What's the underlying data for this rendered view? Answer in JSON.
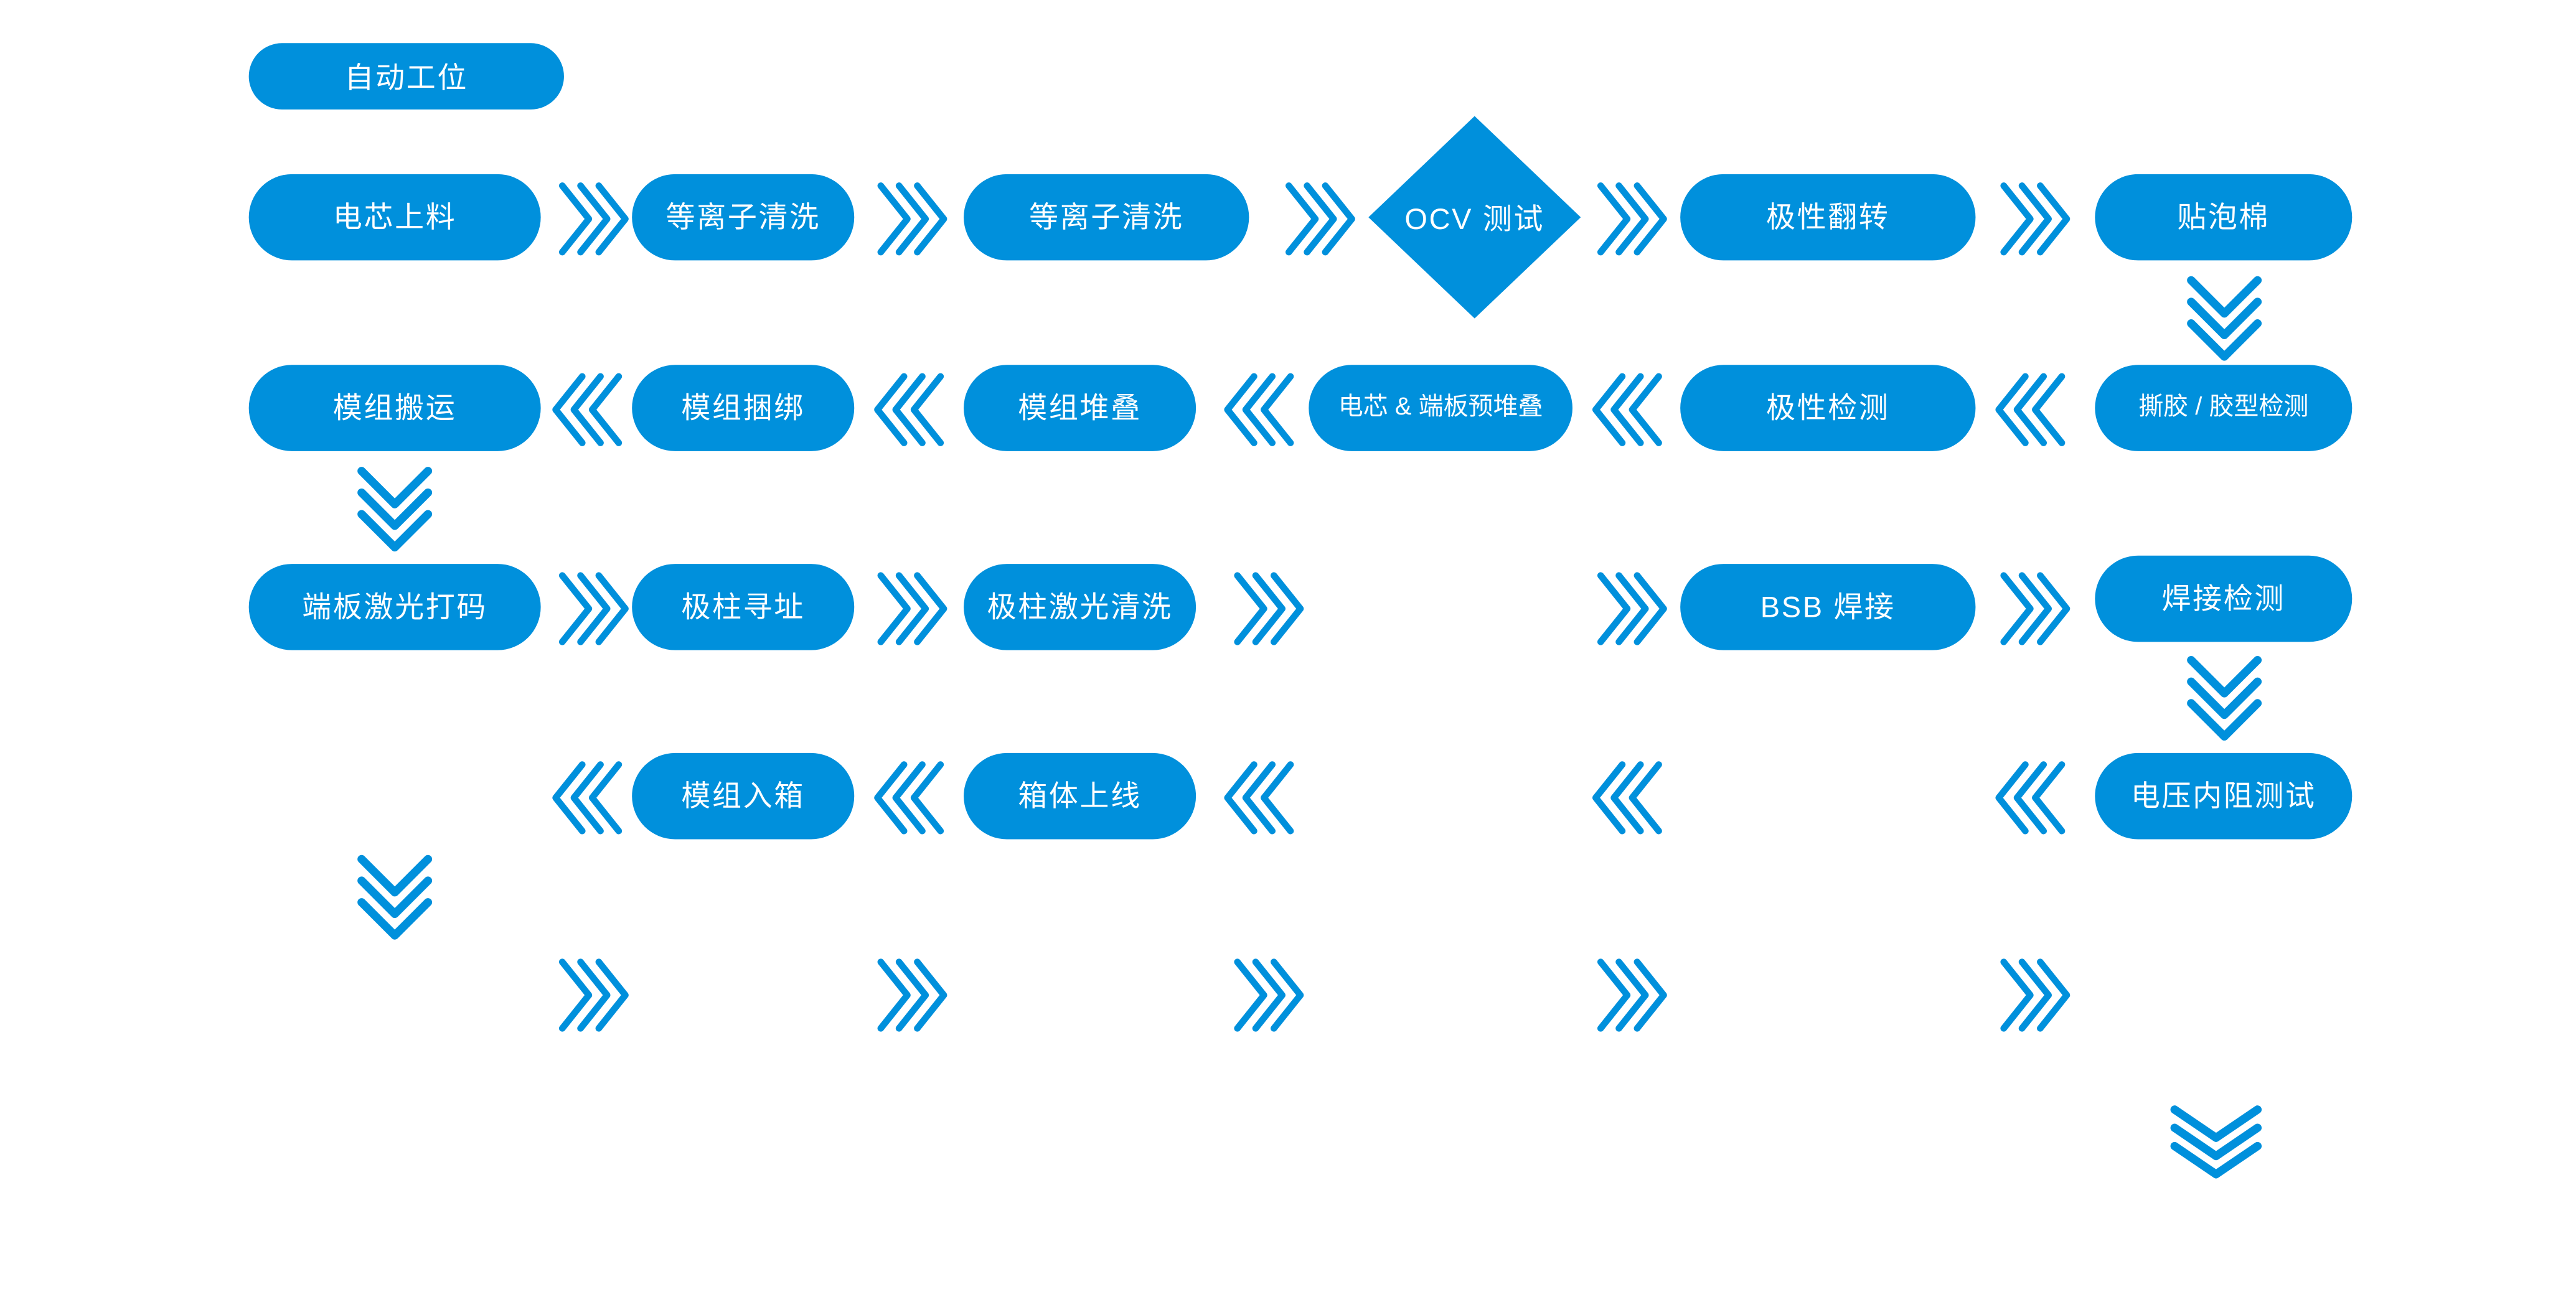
{
  "legend": {
    "label": "自动工位",
    "color": "#0090DC"
  },
  "theme": {
    "accent": "#0090DC",
    "node_text": "#FFFFFF",
    "background": "#FFFFFF"
  },
  "diagram": {
    "title": "自动工位",
    "type": "process-flow-serpentine",
    "nodes": [
      {
        "id": "n1",
        "label": "电芯上料",
        "shape": "pill",
        "row": 1,
        "col": 1
      },
      {
        "id": "n2",
        "label": "等离子清洗",
        "shape": "rounded",
        "row": 1,
        "col": 2
      },
      {
        "id": "n3",
        "label": "等离子清洗",
        "shape": "rounded",
        "row": 1,
        "col": 3
      },
      {
        "id": "n4",
        "label": "OCV 测试",
        "shape": "diamond",
        "row": 1,
        "col": 4
      },
      {
        "id": "n5",
        "label": "极性翻转",
        "shape": "rounded",
        "row": 1,
        "col": 5
      },
      {
        "id": "n6",
        "label": "贴泡棉",
        "shape": "rounded",
        "row": 1,
        "col": 6
      },
      {
        "id": "n7",
        "label": "模组搬运",
        "shape": "pill",
        "row": 2,
        "col": 1
      },
      {
        "id": "n8",
        "label": "模组捆绑",
        "shape": "rounded",
        "row": 2,
        "col": 2
      },
      {
        "id": "n9",
        "label": "模组堆叠",
        "shape": "rounded",
        "row": 2,
        "col": 3
      },
      {
        "id": "n10",
        "label": "电芯 & 端板预堆叠",
        "shape": "rounded",
        "row": 2,
        "col": 4
      },
      {
        "id": "n11",
        "label": "极性检测",
        "shape": "rounded",
        "row": 2,
        "col": 5
      },
      {
        "id": "n12",
        "label": "撕胶 / 胶型检测",
        "shape": "rounded",
        "row": 2,
        "col": 6
      },
      {
        "id": "n13",
        "label": "端板激光打码",
        "shape": "rounded",
        "row": 3,
        "col": 1
      },
      {
        "id": "n14",
        "label": "极柱寻址",
        "shape": "rounded",
        "row": 3,
        "col": 2
      },
      {
        "id": "n15",
        "label": "极柱激光清洗",
        "shape": "rounded",
        "row": 3,
        "col": 3
      },
      {
        "id": "n16",
        "label": "BSB 焊接",
        "shape": "rounded",
        "row": 3,
        "col": 5
      },
      {
        "id": "n17",
        "label": "焊接检测",
        "shape": "rounded",
        "row": 3,
        "col": 6
      },
      {
        "id": "n18",
        "label": "模组入箱",
        "shape": "rounded",
        "row": 4,
        "col": 2
      },
      {
        "id": "n19",
        "label": "箱体上线",
        "shape": "rounded",
        "row": 4,
        "col": 3
      },
      {
        "id": "n20",
        "label": "电压内阻测试",
        "shape": "rounded",
        "row": 4,
        "col": 6
      }
    ],
    "connectors": [
      {
        "name": "chevron-right",
        "direction": "right",
        "row": 1
      },
      {
        "name": "chevron-left",
        "direction": "left",
        "row": 2
      },
      {
        "name": "chevron-right",
        "direction": "right",
        "row": 3
      },
      {
        "name": "chevron-left",
        "direction": "left",
        "row": 4
      },
      {
        "name": "chevron-right",
        "direction": "right",
        "row": 5
      },
      {
        "name": "chevron-down",
        "direction": "down",
        "note": "贴泡棉 → 撕胶 / 胶型检测"
      },
      {
        "name": "chevron-down",
        "direction": "down",
        "note": "模组搬运 → 端板激光打码"
      },
      {
        "name": "chevron-down",
        "direction": "down",
        "note": "焊接检测 → 电压内阻测试"
      },
      {
        "name": "chevron-down",
        "direction": "down",
        "note": "端板激光打码 column continue"
      },
      {
        "name": "chevron-down",
        "direction": "down",
        "note": "line exit"
      }
    ]
  }
}
